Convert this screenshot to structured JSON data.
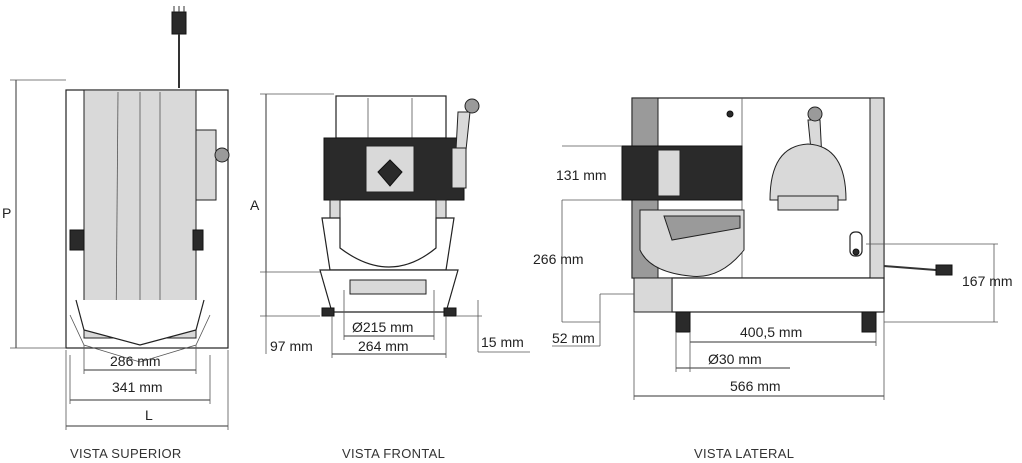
{
  "views": {
    "top": {
      "caption": "VISTA SUPERIOR",
      "depth_label": "P",
      "width_label": "L",
      "dim_inner": "286 mm",
      "dim_outer": "341 mm"
    },
    "front": {
      "caption": "VISTA FRONTAL",
      "height_label": "A",
      "dim_bowl": "215 mm",
      "diameter_symbol": "Ø",
      "dim_base": "264 mm",
      "dim_foot_h": "97 mm",
      "dim_foot": "15 mm"
    },
    "side": {
      "caption": "VISTA LATERAL",
      "dim_head": "131 mm",
      "dim_mid": "266 mm",
      "dim_cable": "167 mm",
      "dim_base_h": "52 mm",
      "dim_span": "400,5 mm",
      "dim_foot": "30 mm",
      "diameter_symbol": "Ø",
      "dim_total": "566 mm"
    }
  }
}
